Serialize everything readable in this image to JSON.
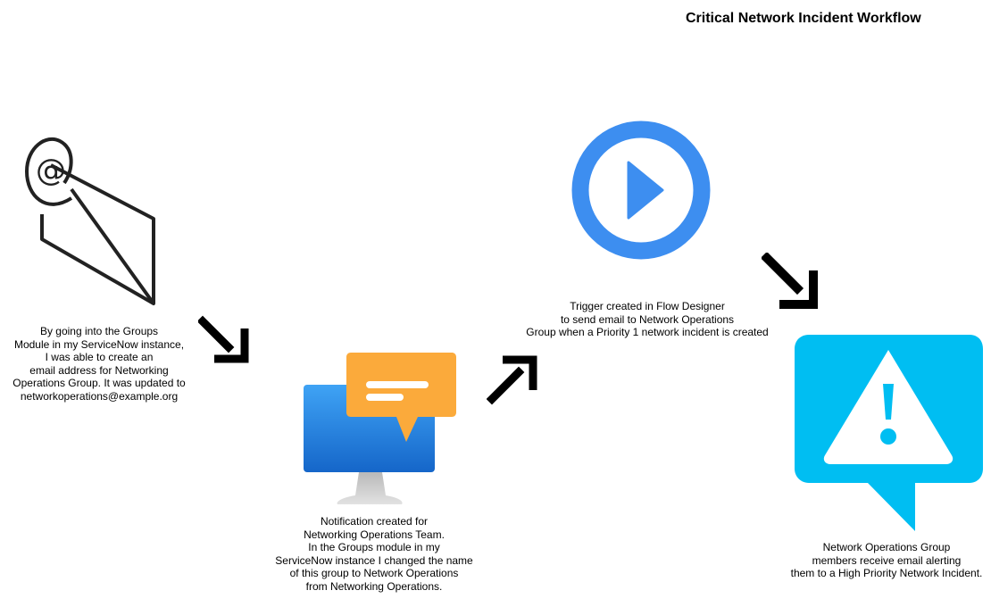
{
  "title": "Critical Network Incident Workflow",
  "steps": [
    {
      "icon": "email-icon",
      "lines": [
        "By going into the Groups",
        "Module in my ServiceNow instance,",
        "I was able to create an",
        "email address for Networking",
        "Operations Group. It was updated to",
        "networkoperations@example.org"
      ]
    },
    {
      "icon": "computer-notification-icon",
      "lines": [
        "Notification created for",
        "Networking Operations Team.",
        "In the Groups module in my",
        "ServiceNow instance I changed the name",
        "of this group to Network Operations",
        "from Networking Operations."
      ]
    },
    {
      "icon": "play-icon",
      "lines": [
        "Trigger created in Flow Designer",
        "to send email to Network Operations",
        "Group when a Priority 1 network incident is created"
      ]
    },
    {
      "icon": "alert-bubble-icon",
      "lines": [
        "Network Operations Group",
        "members receive email alerting",
        "them to a High Priority Network Incident."
      ]
    }
  ],
  "arrows": [
    "arrow-down-right-icon",
    "arrow-up-right-icon",
    "arrow-down-right-icon"
  ],
  "colors": {
    "play": "#3d8ef0",
    "monitor": "#1a7ee0",
    "chat": "#fbaa3b",
    "alert": "#00bef2"
  }
}
